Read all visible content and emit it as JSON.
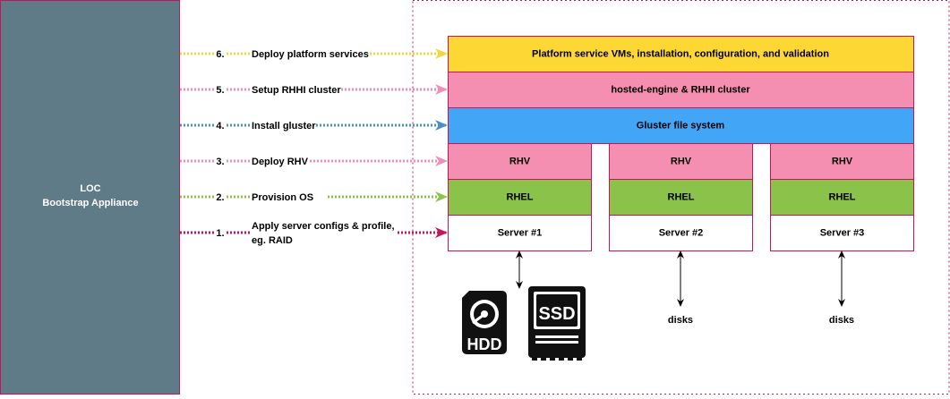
{
  "appliance": {
    "line1": "LOC",
    "line2": "Bootstrap Appliance",
    "fill": "#5f7b87",
    "border": "#c2185b"
  },
  "steps": [
    {
      "num": "6.",
      "label_lines": [
        "Deploy platform services"
      ],
      "color": "#f6d63d"
    },
    {
      "num": "5.",
      "label_lines": [
        "Setup RHHI cluster"
      ],
      "color": "#f28cb9"
    },
    {
      "num": "4.",
      "label_lines": [
        "Install gluster"
      ],
      "color": "#4a90c8"
    },
    {
      "num": "3.",
      "label_lines": [
        "Deploy RHV"
      ],
      "color": "#f28cb9"
    },
    {
      "num": "2.",
      "label_lines": [
        "Provision OS"
      ],
      "color": "#8bc34a"
    },
    {
      "num": "1.",
      "label_lines": [
        "Apply server configs & profile,",
        "eg. RAID"
      ],
      "color": "#c2185b"
    }
  ],
  "stack": {
    "platform": {
      "label": "Platform service VMs, installation, configuration, and validation",
      "color": "#fdd835"
    },
    "hosted_engine": {
      "label": "hosted-engine & RHHI cluster",
      "color": "#f48fb1"
    },
    "gluster": {
      "label": "Gluster file system",
      "color": "#42a5f5"
    },
    "rhv_label": "RHV",
    "rhv_color": "#f48fb1",
    "rhel_label": "RHEL",
    "rhel_color": "#8bc34a",
    "border_color": "#c2185b",
    "servers": [
      {
        "label": "Server #1"
      },
      {
        "label": "Server #2"
      },
      {
        "label": "Server #3"
      }
    ]
  },
  "storage": {
    "hdd_label": "HDD",
    "ssd_label": "SSD",
    "disks_labels": [
      "disks",
      "disks"
    ]
  }
}
